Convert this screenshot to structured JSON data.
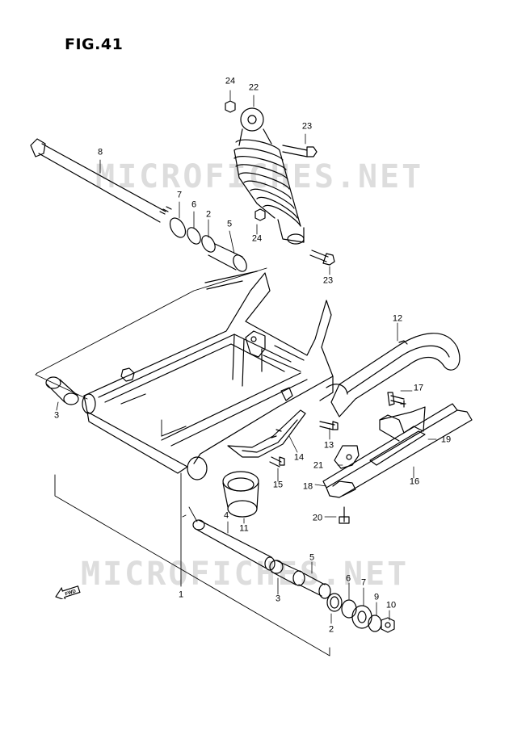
{
  "figure": {
    "title": "FIG.41",
    "watermark": "MICROFICHES.NET",
    "fwd_label": "FWD",
    "line_color": "#000000"
  },
  "callouts": [
    {
      "id": "c24a",
      "label": "24"
    },
    {
      "id": "c22",
      "label": "22"
    },
    {
      "id": "c23a",
      "label": "23"
    },
    {
      "id": "c8",
      "label": "8"
    },
    {
      "id": "c7a",
      "label": "7"
    },
    {
      "id": "c6a",
      "label": "6"
    },
    {
      "id": "c2a",
      "label": "2"
    },
    {
      "id": "c5a",
      "label": "5"
    },
    {
      "id": "c24b",
      "label": "24"
    },
    {
      "id": "c23b",
      "label": "23"
    },
    {
      "id": "c12",
      "label": "12"
    },
    {
      "id": "c17",
      "label": "17"
    },
    {
      "id": "c3a",
      "label": "3"
    },
    {
      "id": "c19",
      "label": "19"
    },
    {
      "id": "c13",
      "label": "13"
    },
    {
      "id": "c14",
      "label": "14"
    },
    {
      "id": "c21",
      "label": "21"
    },
    {
      "id": "c16",
      "label": "16"
    },
    {
      "id": "c15",
      "label": "15"
    },
    {
      "id": "c18",
      "label": "18"
    },
    {
      "id": "c4",
      "label": "4"
    },
    {
      "id": "c20",
      "label": "20"
    },
    {
      "id": "c11",
      "label": "11"
    },
    {
      "id": "c5b",
      "label": "5"
    },
    {
      "id": "c6b",
      "label": "6"
    },
    {
      "id": "c7b",
      "label": "7"
    },
    {
      "id": "c1",
      "label": "1"
    },
    {
      "id": "c3b",
      "label": "3"
    },
    {
      "id": "c9",
      "label": "9"
    },
    {
      "id": "c10",
      "label": "10"
    },
    {
      "id": "c2b",
      "label": "2"
    }
  ]
}
